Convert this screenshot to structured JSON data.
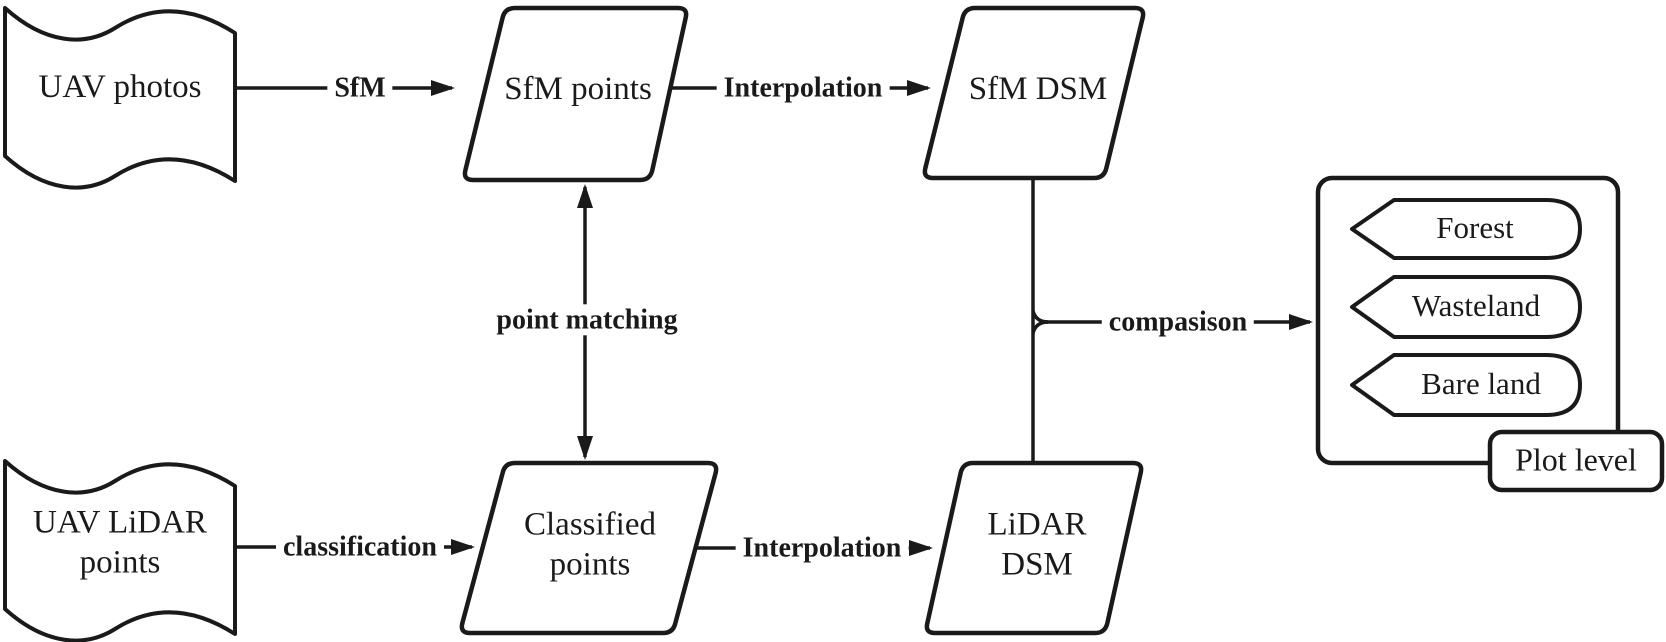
{
  "diagram": {
    "colors": {
      "ink": "#1a1a1a",
      "background": "#ffffff"
    },
    "nodes": {
      "uav_photos": {
        "label": "UAV photos",
        "shape": "tape"
      },
      "uav_lidar_points": {
        "label": "UAV LiDAR points",
        "shape": "tape"
      },
      "sfm_points": {
        "label": "SfM points",
        "shape": "parallelogram"
      },
      "sfm_dsm": {
        "label": "SfM DSM",
        "shape": "parallelogram"
      },
      "classified_points": {
        "label": "Classified points",
        "shape": "parallelogram"
      },
      "lidar_dsm": {
        "label": "LiDAR DSM",
        "shape": "parallelogram"
      }
    },
    "edges": {
      "sfm": {
        "label": "SfM",
        "from": "uav_photos",
        "to": "sfm_points"
      },
      "interpolation_top": {
        "label": "Interpolation",
        "from": "sfm_points",
        "to": "sfm_dsm"
      },
      "point_matching": {
        "label": "point matching",
        "from": "sfm_points",
        "to": "classified_points",
        "bidirectional": true
      },
      "classification": {
        "label": "classification",
        "from": "uav_lidar_points",
        "to": "classified_points"
      },
      "interpolation_bottom": {
        "label": "Interpolation",
        "from": "classified_points",
        "to": "lidar_dsm"
      },
      "comparison": {
        "label": "compasison",
        "from": "sfm_dsm + lidar_dsm",
        "to": "result_panel"
      }
    },
    "result_panel": {
      "items": [
        {
          "label": "Forest"
        },
        {
          "label": "Wasteland"
        },
        {
          "label": "Bare land"
        }
      ],
      "caption": "Plot level"
    }
  }
}
